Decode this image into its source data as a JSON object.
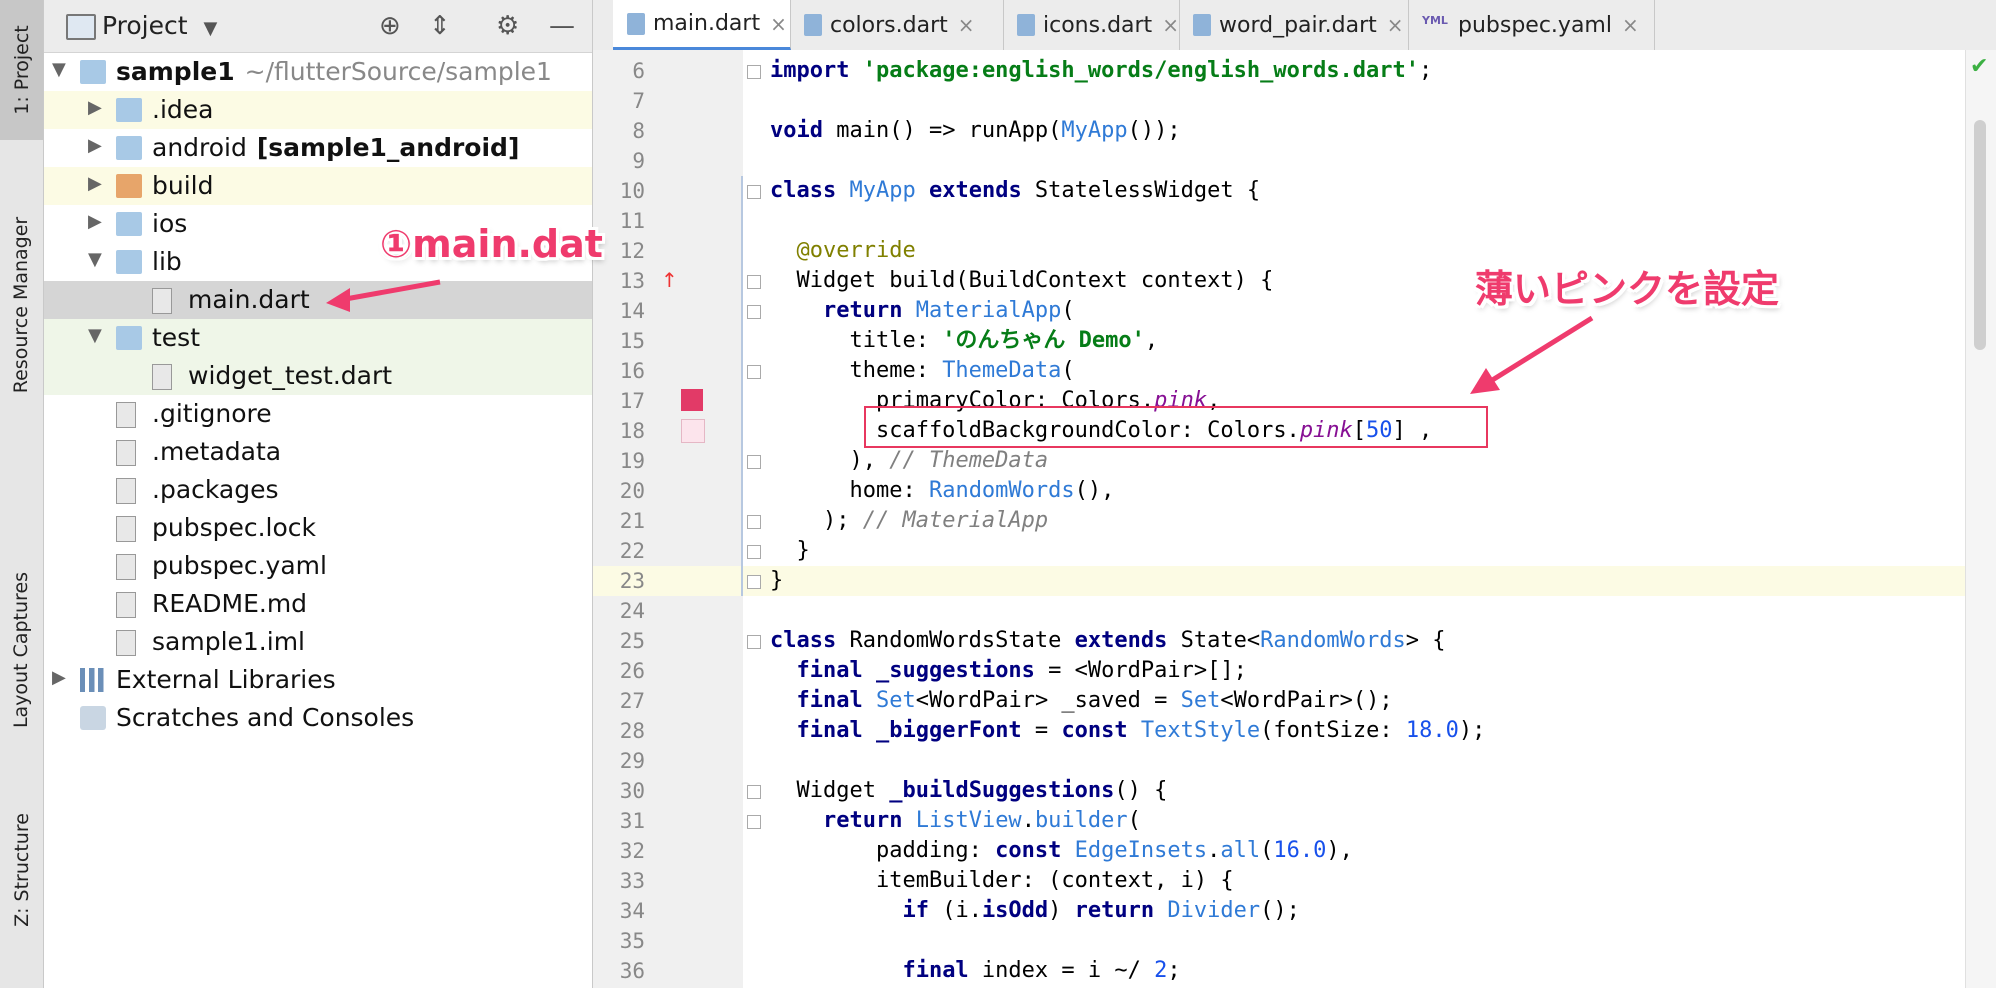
{
  "sidebar_tabs": [
    "1: Project",
    "Resource Manager",
    "Layout Captures",
    "Z: Structure"
  ],
  "project_panel": {
    "title": "Project",
    "tree": [
      {
        "label": "sample1",
        "suffix": "~/flutterSource/sample1",
        "depth": 0,
        "arrow": "▼",
        "icon": "folder"
      },
      {
        "label": ".idea",
        "suffix": "",
        "depth": 1,
        "arrow": "▶",
        "icon": "folder"
      },
      {
        "label": "android",
        "suffix": "[sample1_android]",
        "depth": 1,
        "arrow": "▶",
        "icon": "folder"
      },
      {
        "label": "build",
        "suffix": "",
        "depth": 1,
        "arrow": "▶",
        "icon": "folder-orange"
      },
      {
        "label": "ios",
        "suffix": "",
        "depth": 1,
        "arrow": "▶",
        "icon": "folder"
      },
      {
        "label": "lib",
        "suffix": "",
        "depth": 1,
        "arrow": "▼",
        "icon": "folder"
      },
      {
        "label": "main.dart",
        "suffix": "",
        "depth": 2,
        "arrow": "",
        "icon": "file"
      },
      {
        "label": "test",
        "suffix": "",
        "depth": 1,
        "arrow": "▼",
        "icon": "folder"
      },
      {
        "label": "widget_test.dart",
        "suffix": "",
        "depth": 2,
        "arrow": "",
        "icon": "file"
      },
      {
        "label": ".gitignore",
        "suffix": "",
        "depth": 1,
        "arrow": "",
        "icon": "file"
      },
      {
        "label": ".metadata",
        "suffix": "",
        "depth": 1,
        "arrow": "",
        "icon": "file"
      },
      {
        "label": ".packages",
        "suffix": "",
        "depth": 1,
        "arrow": "",
        "icon": "file"
      },
      {
        "label": "pubspec.lock",
        "suffix": "",
        "depth": 1,
        "arrow": "",
        "icon": "file"
      },
      {
        "label": "pubspec.yaml",
        "suffix": "",
        "depth": 1,
        "arrow": "",
        "icon": "file"
      },
      {
        "label": "README.md",
        "suffix": "",
        "depth": 1,
        "arrow": "",
        "icon": "file"
      },
      {
        "label": "sample1.iml",
        "suffix": "",
        "depth": 1,
        "arrow": "",
        "icon": "file"
      },
      {
        "label": "External Libraries",
        "suffix": "",
        "depth": 0,
        "arrow": "▶",
        "icon": "library"
      },
      {
        "label": "Scratches and Consoles",
        "suffix": "",
        "depth": 0,
        "arrow": "",
        "icon": "scratch"
      }
    ]
  },
  "editor_tabs": [
    {
      "label": "main.dart",
      "active": true
    },
    {
      "label": "colors.dart",
      "active": false
    },
    {
      "label": "icons.dart",
      "active": false
    },
    {
      "label": "word_pair.dart",
      "active": false
    },
    {
      "label": "pubspec.yaml",
      "active": false
    }
  ],
  "tab_close_glyph": "×",
  "code_lines": [
    {
      "n": 6,
      "text": "import 'package:english_words/english_words.dart';"
    },
    {
      "n": 7,
      "text": ""
    },
    {
      "n": 8,
      "text": "void main() => runApp(MyApp());"
    },
    {
      "n": 9,
      "text": ""
    },
    {
      "n": 10,
      "text": "class MyApp extends StatelessWidget {"
    },
    {
      "n": 11,
      "text": ""
    },
    {
      "n": 12,
      "text": "  @override"
    },
    {
      "n": 13,
      "text": "  Widget build(BuildContext context) {"
    },
    {
      "n": 14,
      "text": "    return MaterialApp("
    },
    {
      "n": 15,
      "text": "      title: 'のんちゃん Demo',"
    },
    {
      "n": 16,
      "text": "      theme: ThemeData("
    },
    {
      "n": 17,
      "text": "        primaryColor: Colors.pink,"
    },
    {
      "n": 18,
      "text": "        scaffoldBackgroundColor: Colors.pink[50] ,"
    },
    {
      "n": 19,
      "text": "      ), // ThemeData"
    },
    {
      "n": 20,
      "text": "      home: RandomWords(),"
    },
    {
      "n": 21,
      "text": "    ); // MaterialApp"
    },
    {
      "n": 22,
      "text": "  }"
    },
    {
      "n": 23,
      "text": "}"
    },
    {
      "n": 24,
      "text": ""
    },
    {
      "n": 25,
      "text": "class RandomWordsState extends State<RandomWords> {"
    },
    {
      "n": 26,
      "text": "  final _suggestions = <WordPair>[];"
    },
    {
      "n": 27,
      "text": "  final Set<WordPair> _saved = Set<WordPair>();"
    },
    {
      "n": 28,
      "text": "  final _biggerFont = const TextStyle(fontSize: 18.0);"
    },
    {
      "n": 29,
      "text": ""
    },
    {
      "n": 30,
      "text": "  Widget _buildSuggestions() {"
    },
    {
      "n": 31,
      "text": "    return ListView.builder("
    },
    {
      "n": 32,
      "text": "        padding: const EdgeInsets.all(16.0),"
    },
    {
      "n": 33,
      "text": "        itemBuilder: (context, i) {"
    },
    {
      "n": 34,
      "text": "          if (i.isOdd) return Divider();"
    },
    {
      "n": 35,
      "text": ""
    },
    {
      "n": 36,
      "text": "          final index = i ~/ 2;"
    }
  ],
  "annotations": {
    "main_callout": "①main.dat",
    "pink_callout": "薄いピンクを設定"
  },
  "colors": {
    "accent": "#ef3b6d",
    "swatch_pink": "#e23a67",
    "swatch_pink50": "#fce4ec"
  }
}
